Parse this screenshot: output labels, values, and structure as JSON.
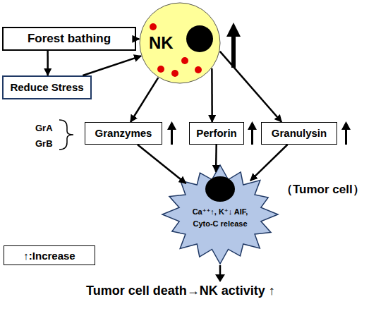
{
  "diagram": {
    "nodes": [
      {
        "text": [
          "Forest bathing"
        ]
      },
      {
        "text": [
          "Reduce Stress"
        ]
      },
      {
        "text": [
          "NK"
        ]
      },
      {
        "text": [
          "Granzymes"
        ]
      },
      {
        "text": [
          "Perforin"
        ]
      },
      {
        "text": [
          "Granulysin"
        ]
      },
      {
        "text": [
          "（Tumor cell）",
          "Ca⁺⁺↑, K⁺↓ AIF, Cyto-C release"
        ]
      }
    ],
    "edges": [
      {
        "from": 0,
        "to": 2,
        "arrow": "to"
      },
      {
        "from": 0,
        "to": 1,
        "arrow": "to"
      },
      {
        "from": 1,
        "to": 2,
        "arrow": "to"
      },
      {
        "from": 2,
        "to": 3,
        "arrow": "to"
      },
      {
        "from": 2,
        "to": 4,
        "arrow": "to"
      },
      {
        "from": 2,
        "to": 5,
        "arrow": "to"
      },
      {
        "from": 3,
        "to": 6,
        "arrow": "to"
      },
      {
        "from": 4,
        "to": 6,
        "arrow": "to"
      },
      {
        "from": 5,
        "to": 6,
        "arrow": "to"
      }
    ],
    "labels": [
      "GrA",
      "GrB",
      "Tumor cell death→NK activity ↑"
    ],
    "legend": [
      {
        "text": "↑:Increase"
      }
    ]
  }
}
